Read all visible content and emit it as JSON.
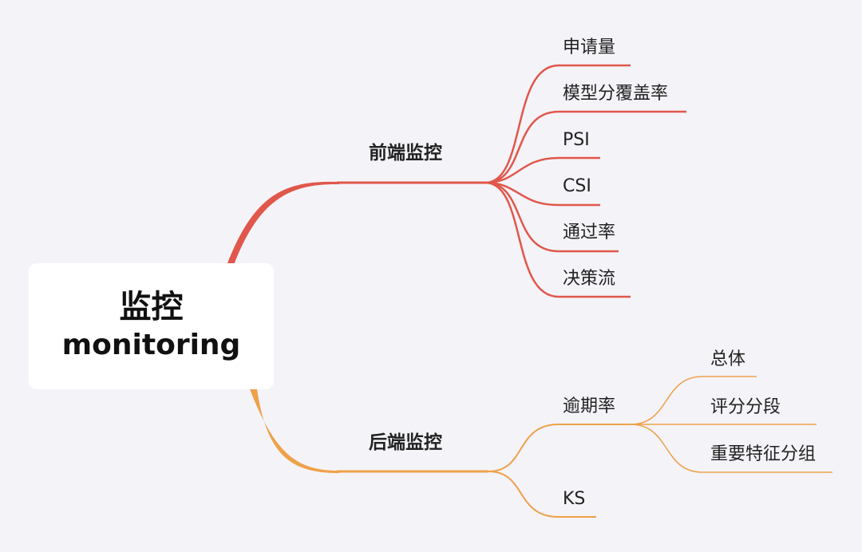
{
  "root": {
    "title": "监控",
    "subtitle": "monitoring"
  },
  "colors": {
    "frontend": "#e0574b",
    "backend": "#eea14a",
    "background": "#f4f3f8"
  },
  "branches": {
    "frontend": {
      "label": "前端监控",
      "children": [
        "申请量",
        "模型分覆盖率",
        "PSI",
        "CSI",
        "通过率",
        "决策流"
      ]
    },
    "backend": {
      "label": "后端监控",
      "children": [
        {
          "label": "逾期率",
          "children": [
            "总体",
            "评分分段",
            "重要特征分组"
          ]
        },
        {
          "label": "KS"
        }
      ]
    }
  }
}
